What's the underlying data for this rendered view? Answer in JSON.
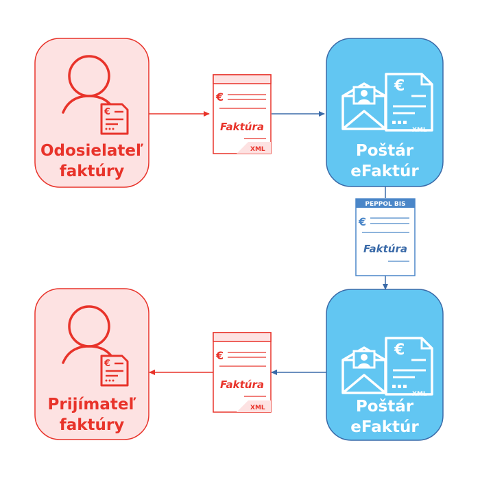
{
  "sender": {
    "line1": "Odosielateľ",
    "line2": "faktúry"
  },
  "receiver": {
    "line1": "Prijímateľ",
    "line2": "faktúry"
  },
  "postar_top": {
    "line1": "Poštár",
    "line2": "eFaktúr"
  },
  "postar_bottom": {
    "line1": "Poštár",
    "line2": "eFaktúr"
  },
  "invoice_top": {
    "currency": "€",
    "title": "Faktúra",
    "format": "XML"
  },
  "invoice_bottom": {
    "currency": "€",
    "title": "Faktúra",
    "format": "XML"
  },
  "invoice_peppol": {
    "header": "PEPPOL BIS",
    "currency": "€",
    "title": "Faktúra"
  },
  "postar_icon_doc": {
    "currency": "€",
    "format": "XML"
  },
  "person_icon_doc": {
    "currency": "€"
  },
  "colors": {
    "red": "#e8332a",
    "pink_fill": "#fde2e2",
    "blue_fill": "#62c6f2",
    "blue_stroke": "#3a6aa8",
    "peppol_blue": "#4a86c8"
  }
}
